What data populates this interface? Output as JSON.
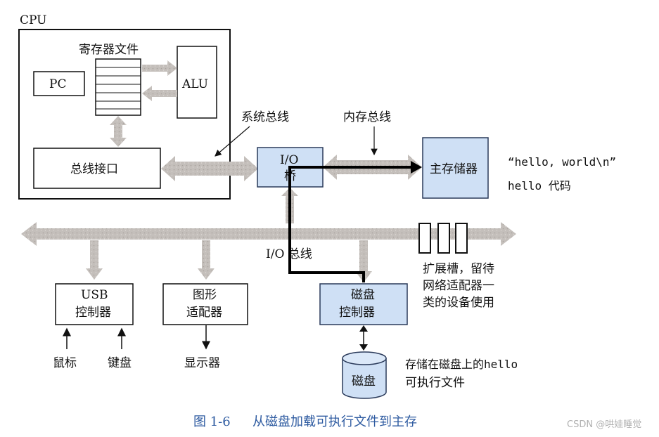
{
  "labels": {
    "cpu": "CPU",
    "register_file": "寄存器文件",
    "pc": "PC",
    "alu": "ALU",
    "bus_interface": "总线接口",
    "system_bus": "系统总线",
    "memory_bus": "内存总线",
    "io_bridge_line1": "I/O",
    "io_bridge_line2": "桥",
    "main_memory": "主存储器",
    "hello_string": "“hello, world\\n”",
    "hello_code": "hello 代码",
    "io_bus": "I/O 总线",
    "usb_line1": "USB",
    "usb_line2": "控制器",
    "graphics_line1": "图形",
    "graphics_line2": "适配器",
    "disk_ctrl_line1": "磁盘",
    "disk_ctrl_line2": "控制器",
    "expansion_line1": "扩展槽，留待",
    "expansion_line2": "网络适配器一",
    "expansion_line3": "类的设备使用",
    "mouse": "鼠标",
    "keyboard": "键盘",
    "display": "显示器",
    "disk": "磁盘",
    "disk_note_line1": "存储在磁盘上的hello",
    "disk_note_line2": "可执行文件",
    "caption_num": "图 1-6",
    "caption_text": "从磁盘加载可执行文件到主存",
    "watermark": "CSDN @哄娃睡觉"
  },
  "colors": {
    "bus_gray": "#bdb7b3",
    "component_blue": "#cfe0f5",
    "component_border": "#2a3a5a",
    "caption_blue": "#2d5aa0",
    "data_path": "#000000"
  }
}
